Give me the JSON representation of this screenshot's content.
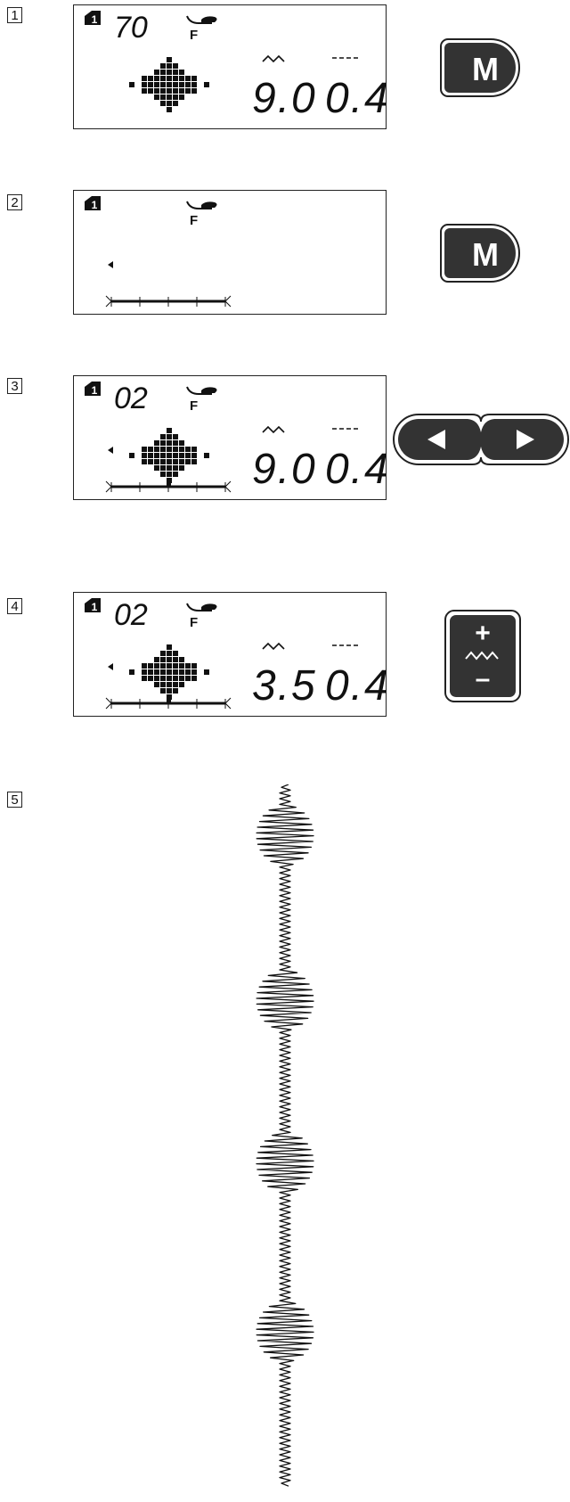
{
  "steps": [
    {
      "number": "1",
      "display": {
        "memory_label": "1",
        "program": "70",
        "foot_label": "F",
        "width": "9.0",
        "length": "0.4",
        "show_pattern": true,
        "show_cursor": false,
        "show_ruler": false
      },
      "button": {
        "type": "memory",
        "label": "M",
        "icon": "memory-button"
      }
    },
    {
      "number": "2",
      "display": {
        "memory_label": "1",
        "program": "",
        "foot_label": "F",
        "width": "",
        "length": "",
        "show_pattern": false,
        "show_cursor": true,
        "show_ruler": true
      },
      "button": {
        "type": "memory",
        "label": "M",
        "icon": "memory-button"
      }
    },
    {
      "number": "3",
      "display": {
        "memory_label": "1",
        "program": "02",
        "foot_label": "F",
        "width": "9.0",
        "length": "0.4",
        "show_pattern": true,
        "show_cursor": true,
        "show_ruler": true
      },
      "button": {
        "type": "arrows",
        "icon_left": "arrow-left-icon",
        "icon_right": "arrow-right-icon"
      }
    },
    {
      "number": "4",
      "display": {
        "memory_label": "1",
        "program": "02",
        "foot_label": "F",
        "width": "3.5",
        "length": "0.4",
        "show_pattern": true,
        "show_cursor": true,
        "show_ruler": true
      },
      "button": {
        "type": "width-adjust",
        "plus": "+",
        "minus": "–",
        "icon": "stitch-width-icon"
      }
    },
    {
      "number": "5",
      "result": "stitch-sample"
    }
  ]
}
